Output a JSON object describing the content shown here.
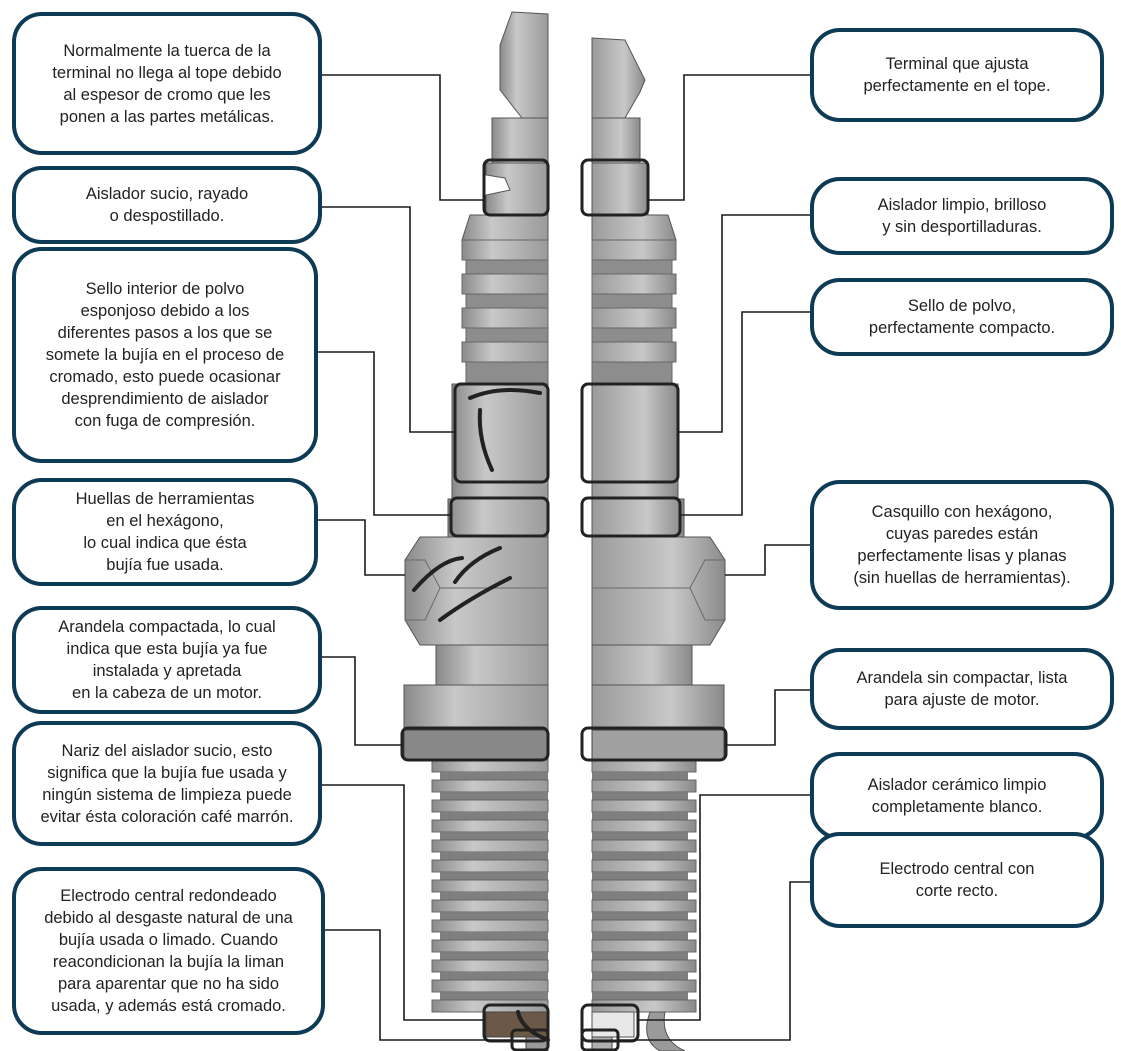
{
  "colors": {
    "border": "#0d3a55",
    "text": "#222222",
    "leader": "#1a1a1a",
    "metal": "#a9a9a9",
    "metal_dark": "#7e7e7e",
    "highlight": "#222222"
  },
  "callouts": {
    "left": [
      "Normalmente la tuerca de la\nterminal no llega al tope debido\nal espesor de cromo que les\nponen a las partes metálicas.",
      "Aislador sucio, rayado\no despostillado.",
      "Sello interior de polvo\nesponjoso debido a los\ndiferentes pasos a los que se\nsomete la bujía en el proceso de\ncromado, esto puede ocasionar\ndesprendimiento de aislador\ncon fuga de compresión.",
      "Huellas de herramientas\nen el hexágono,\nlo cual indica que ésta\nbujía fue usada.",
      "Arandela compactada, lo cual\nindica que esta bujía ya fue\ninstalada y apretada\nen la cabeza de un motor.",
      "Nariz del aislador sucio, esto\nsignifica que la bujía fue usada y\nningún sistema de limpieza puede\nevitar ésta coloración café marrón.",
      "Electrodo central redondeado\ndebido al desgaste natural de una\nbujía usada o limado. Cuando\nreacondicionan la bujía la liman\npara aparentar que no ha sido\nusada, y además está cromado."
    ],
    "right": [
      "Terminal que ajusta\nperfectamente en el tope.",
      "Aislador limpio, brilloso\ny sin desportilladuras.",
      "Sello de polvo,\nperfectamente compacto.",
      "Casquillo con hexágono,\ncuyas paredes están\nperfectamente lisas y planas\n(sin huellas de herramientas).",
      "Arandela sin compactar, lista\npara ajuste de motor.",
      "Aislador cerámico limpio\ncompletamente blanco.",
      "Electrodo central con\ncorte recto."
    ]
  }
}
